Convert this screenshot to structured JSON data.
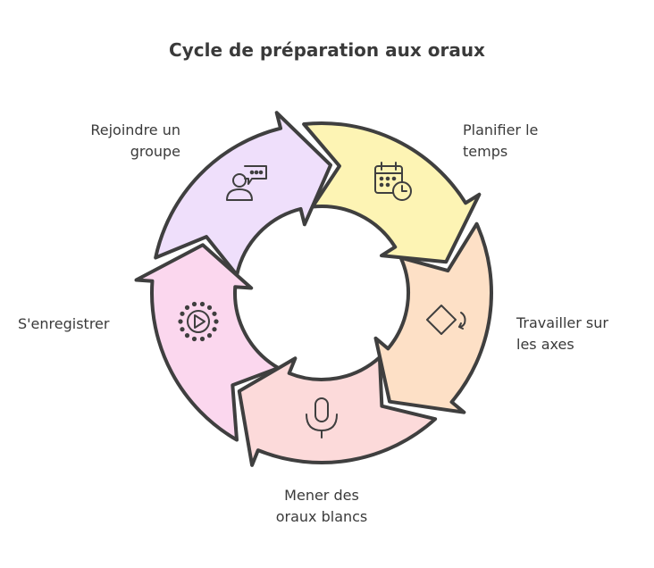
{
  "title": "Cycle de préparation aux oraux",
  "steps": [
    {
      "label_lines": [
        "Planifier le",
        "temps"
      ],
      "icon": "calendar-clock-icon",
      "color": "#fdf4b4"
    },
    {
      "label_lines": [
        "Travailler sur",
        "les axes"
      ],
      "icon": "diamond-rotate-icon",
      "color": "#fde0c6"
    },
    {
      "label_lines": [
        "Mener des",
        "oraux blancs"
      ],
      "icon": "microphone-icon",
      "color": "#fcdada"
    },
    {
      "label_lines": [
        "S'enregistrer"
      ],
      "icon": "play-circle-icon",
      "color": "#fbd7ee"
    },
    {
      "label_lines": [
        "Rejoindre un",
        "groupe"
      ],
      "icon": "user-chat-icon",
      "color": "#efdffb"
    }
  ],
  "stroke_color": "#3f3f3f"
}
